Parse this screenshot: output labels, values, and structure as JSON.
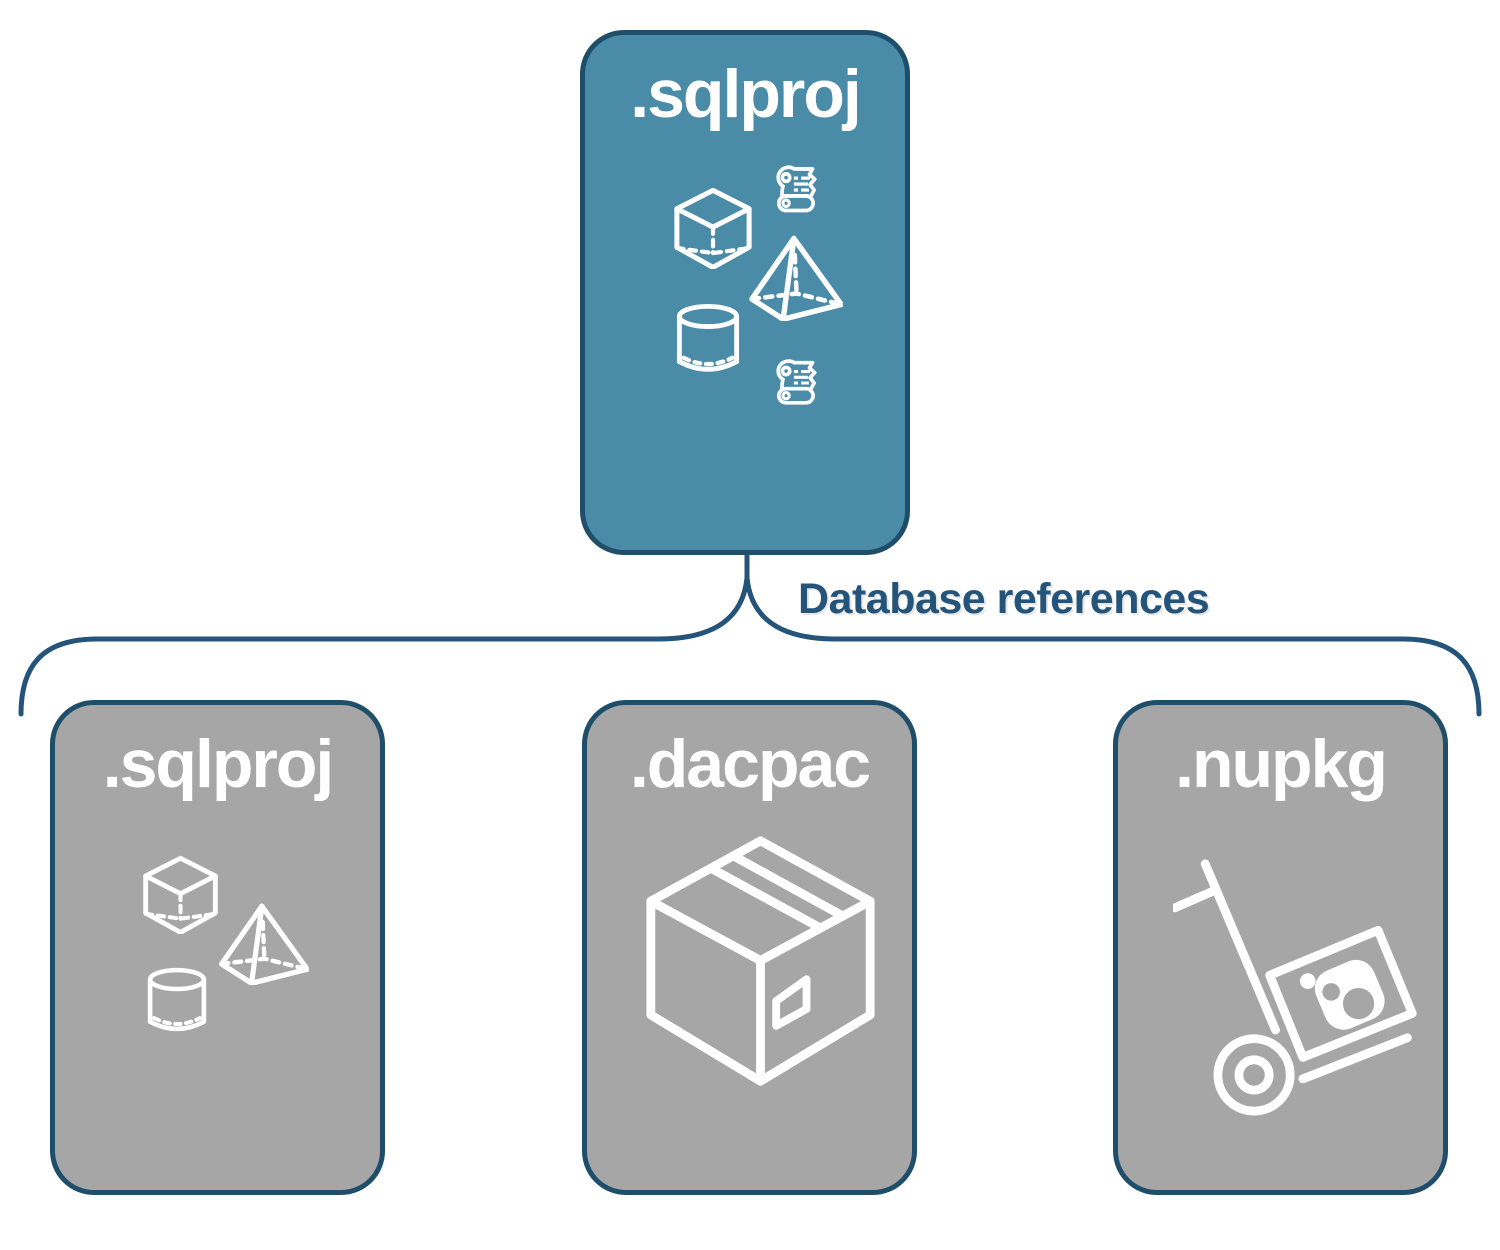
{
  "colors": {
    "root_fill": "#4A8BA8",
    "child_fill": "#A6A6A6",
    "node_border": "#1F4E6B",
    "connector": "#24547A",
    "label_text": "#FFFFFF",
    "background": "#FFFFFF"
  },
  "root_node": {
    "label": ".sqlproj",
    "icons": [
      "scroll-icon",
      "cube-icon",
      "pyramid-icon",
      "cylinder-icon",
      "scroll-icon"
    ]
  },
  "edge": {
    "label": "Database references"
  },
  "child_nodes": [
    {
      "label": ".sqlproj",
      "icons": [
        "cube-icon",
        "pyramid-icon",
        "cylinder-icon"
      ]
    },
    {
      "label": ".dacpac",
      "icons": [
        "package-box-icon"
      ]
    },
    {
      "label": ".nupkg",
      "icons": [
        "nuget-dolly-icon"
      ]
    }
  ]
}
